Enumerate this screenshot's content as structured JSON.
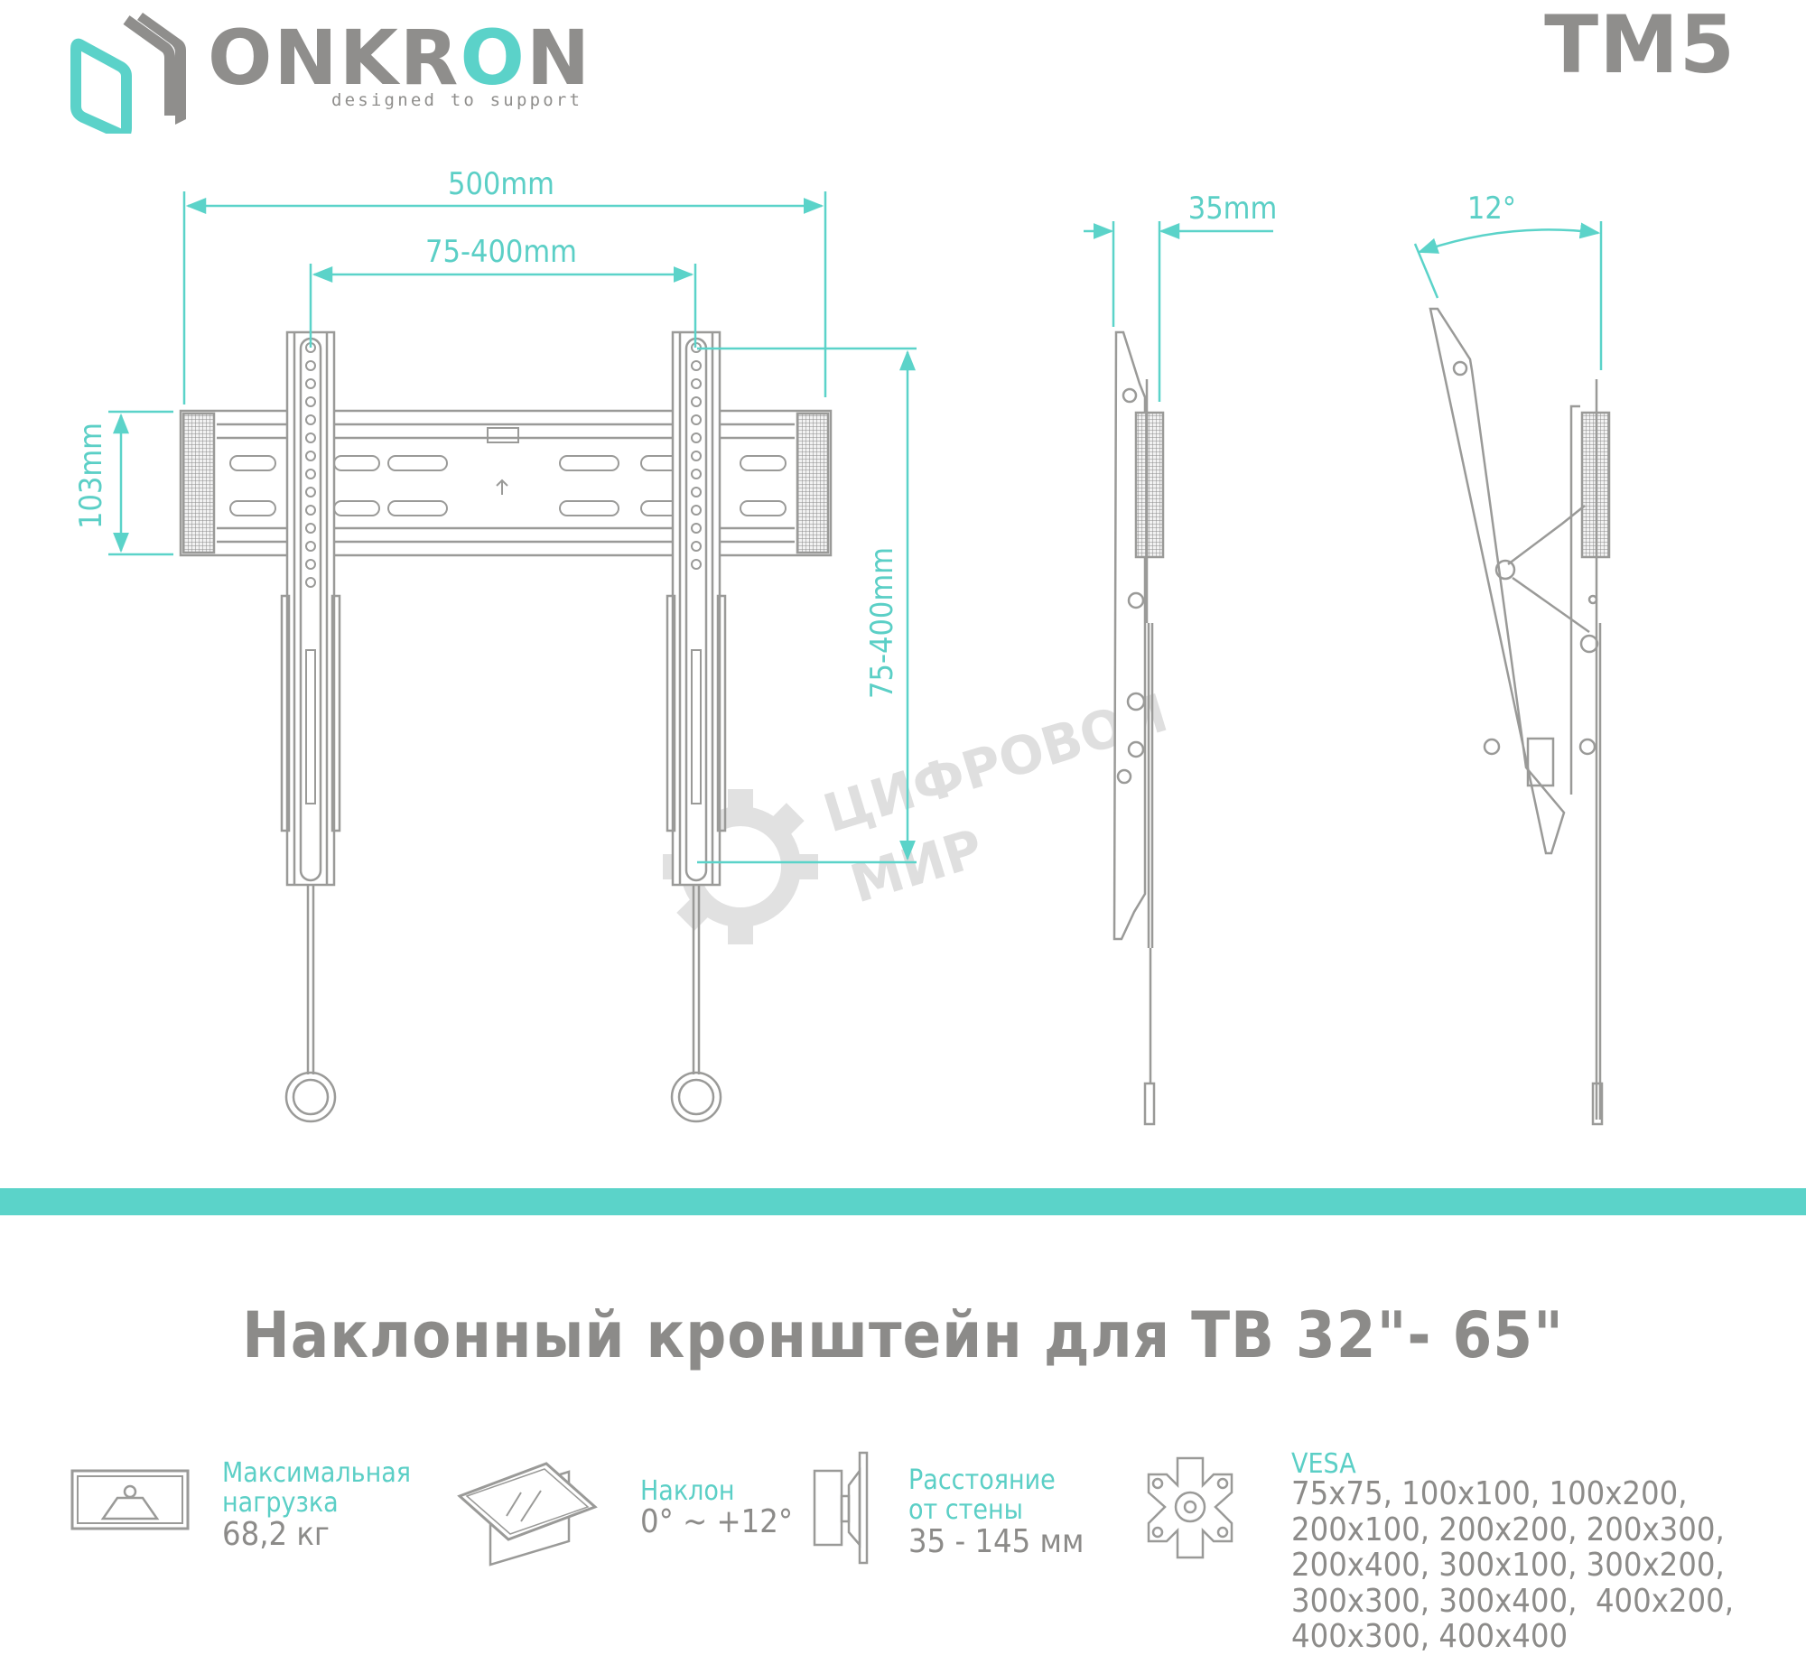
{
  "header": {
    "brand": {
      "part1": "ONKR",
      "part2": "O",
      "part3": "N",
      "tagline": "designed to support",
      "icon": "onkron-cube-logo-icon"
    },
    "model": "TM5"
  },
  "front_view": {
    "dimensions": {
      "overall_width": "500mm",
      "vesa_horizontal": "75-400mm",
      "vesa_vertical": "75-400mm",
      "rail_height": "103mm"
    }
  },
  "side_view": {
    "wall_distance": "35mm"
  },
  "tilt_view": {
    "tilt_angle": "12°"
  },
  "watermark": {
    "line1": "ЦИФРОВОЙ",
    "line2": "МИР"
  },
  "colors": {
    "accent": "#5bd3c9",
    "text_gray": "#8c8b89",
    "line_gray": "#9a9a98"
  },
  "product_title": "Наклонный кронштейн для ТВ 32\"- 65\"",
  "specs": [
    {
      "icon": "weight-icon",
      "label_line1": "Максимальная",
      "label_line2": "нагрузка",
      "value": "68,2 кг"
    },
    {
      "icon": "tilt-icon",
      "label_line1": "Наклон",
      "value": "0° ~ +12°"
    },
    {
      "icon": "wall-distance-icon",
      "label_line1": "Расстояние",
      "label_line2": "от стены",
      "value": "35 - 145 мм"
    },
    {
      "icon": "vesa-plate-icon",
      "label_line1": "VESA",
      "values": [
        "75x75, 100x100, 100x200,",
        "200x100, 200x200, 200x300,",
        "200x400, 300x100, 300x200,",
        "300x300, 300x400,  400x200,",
        "400x300, 400x400"
      ]
    }
  ]
}
